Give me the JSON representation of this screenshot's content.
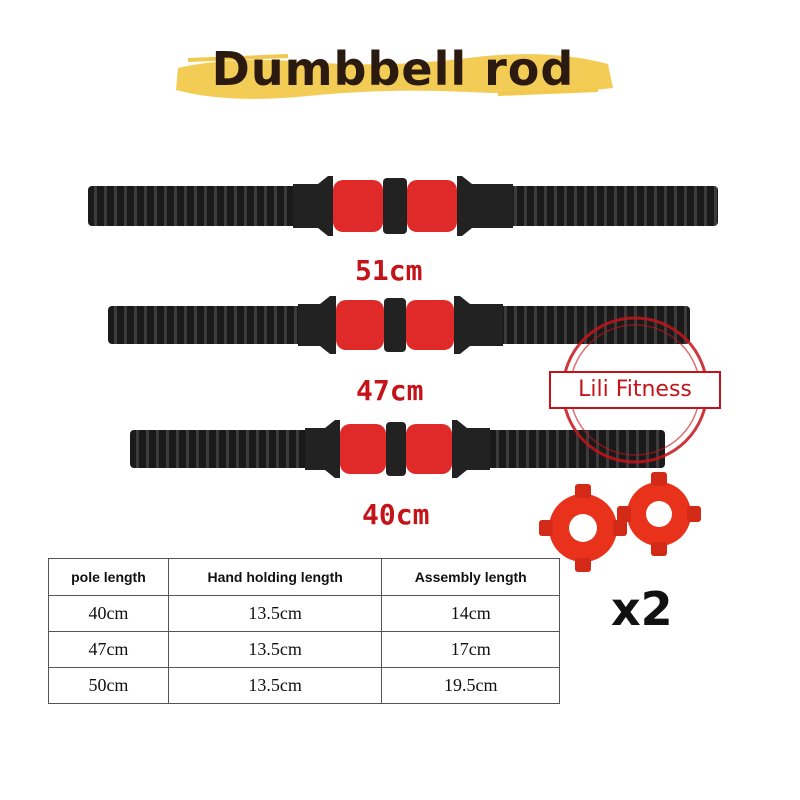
{
  "title": "Dumbbell rod",
  "rods": [
    {
      "length_label": "51cm"
    },
    {
      "length_label": "47cm"
    },
    {
      "length_label": "40cm"
    }
  ],
  "brand_stamp": {
    "text": "Lili Fitness"
  },
  "collar_quantity": "x2",
  "spec_table": {
    "headers": [
      "pole length",
      "Hand holding length",
      "Assembly length"
    ],
    "rows": [
      [
        "40cm",
        "13.5cm",
        "14cm"
      ],
      [
        "47cm",
        "13.5cm",
        "17cm"
      ],
      [
        "50cm",
        "13.5cm",
        "19.5cm"
      ]
    ]
  },
  "colors": {
    "rod_black": "#1a1a1a",
    "grip_red": "#e02a2a",
    "label_red": "#c4141a",
    "title_brush": "#f2c94c"
  },
  "icons": [
    "dumbbell-rod-icon",
    "spin-lock-collar-icon",
    "brand-stamp-icon"
  ]
}
